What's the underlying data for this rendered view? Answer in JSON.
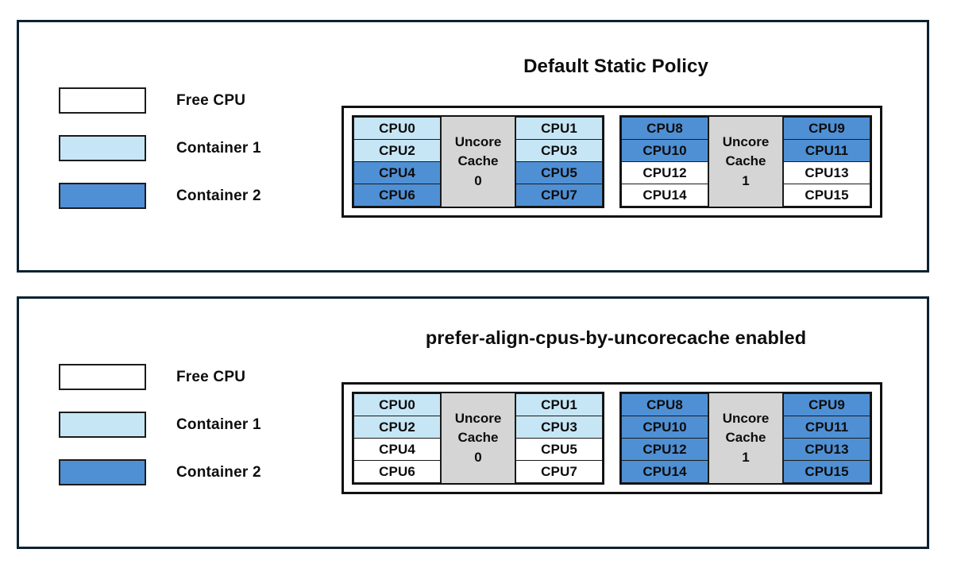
{
  "colors": {
    "free": "#ffffff",
    "container1": "#c6e6f6",
    "container2": "#4f90d5",
    "uncore": "#d5d5d5",
    "frame": "#0b2231",
    "cell_border": "#1a1a1a",
    "text": "#0d0d0d"
  },
  "legend": {
    "items": [
      {
        "label": "Free CPU",
        "fill": "free"
      },
      {
        "label": "Container 1",
        "fill": "container1"
      },
      {
        "label": "Container 2",
        "fill": "container2"
      }
    ]
  },
  "panels": [
    {
      "title": "Default Static Policy",
      "sockets": [
        {
          "uncore_label_line1": "Uncore",
          "uncore_label_line2": "Cache",
          "uncore_label_line3": "0",
          "left_column": [
            {
              "label": "CPU0",
              "fill": "container1"
            },
            {
              "label": "CPU2",
              "fill": "container1"
            },
            {
              "label": "CPU4",
              "fill": "container2"
            },
            {
              "label": "CPU6",
              "fill": "container2"
            }
          ],
          "right_column": [
            {
              "label": "CPU1",
              "fill": "container1"
            },
            {
              "label": "CPU3",
              "fill": "container1"
            },
            {
              "label": "CPU5",
              "fill": "container2"
            },
            {
              "label": "CPU7",
              "fill": "container2"
            }
          ]
        },
        {
          "uncore_label_line1": "Uncore",
          "uncore_label_line2": "Cache",
          "uncore_label_line3": "1",
          "left_column": [
            {
              "label": "CPU8",
              "fill": "container2"
            },
            {
              "label": "CPU10",
              "fill": "container2"
            },
            {
              "label": "CPU12",
              "fill": "free"
            },
            {
              "label": "CPU14",
              "fill": "free"
            }
          ],
          "right_column": [
            {
              "label": "CPU9",
              "fill": "container2"
            },
            {
              "label": "CPU11",
              "fill": "container2"
            },
            {
              "label": "CPU13",
              "fill": "free"
            },
            {
              "label": "CPU15",
              "fill": "free"
            }
          ]
        }
      ]
    },
    {
      "title": "prefer-align-cpus-by-uncorecache enabled",
      "sockets": [
        {
          "uncore_label_line1": "Uncore",
          "uncore_label_line2": "Cache",
          "uncore_label_line3": "0",
          "left_column": [
            {
              "label": "CPU0",
              "fill": "container1"
            },
            {
              "label": "CPU2",
              "fill": "container1"
            },
            {
              "label": "CPU4",
              "fill": "free"
            },
            {
              "label": "CPU6",
              "fill": "free"
            }
          ],
          "right_column": [
            {
              "label": "CPU1",
              "fill": "container1"
            },
            {
              "label": "CPU3",
              "fill": "container1"
            },
            {
              "label": "CPU5",
              "fill": "free"
            },
            {
              "label": "CPU7",
              "fill": "free"
            }
          ]
        },
        {
          "uncore_label_line1": "Uncore",
          "uncore_label_line2": "Cache",
          "uncore_label_line3": "1",
          "left_column": [
            {
              "label": "CPU8",
              "fill": "container2"
            },
            {
              "label": "CPU10",
              "fill": "container2"
            },
            {
              "label": "CPU12",
              "fill": "container2"
            },
            {
              "label": "CPU14",
              "fill": "container2"
            }
          ],
          "right_column": [
            {
              "label": "CPU9",
              "fill": "container2"
            },
            {
              "label": "CPU11",
              "fill": "container2"
            },
            {
              "label": "CPU13",
              "fill": "container2"
            },
            {
              "label": "CPU15",
              "fill": "container2"
            }
          ]
        }
      ]
    }
  ]
}
